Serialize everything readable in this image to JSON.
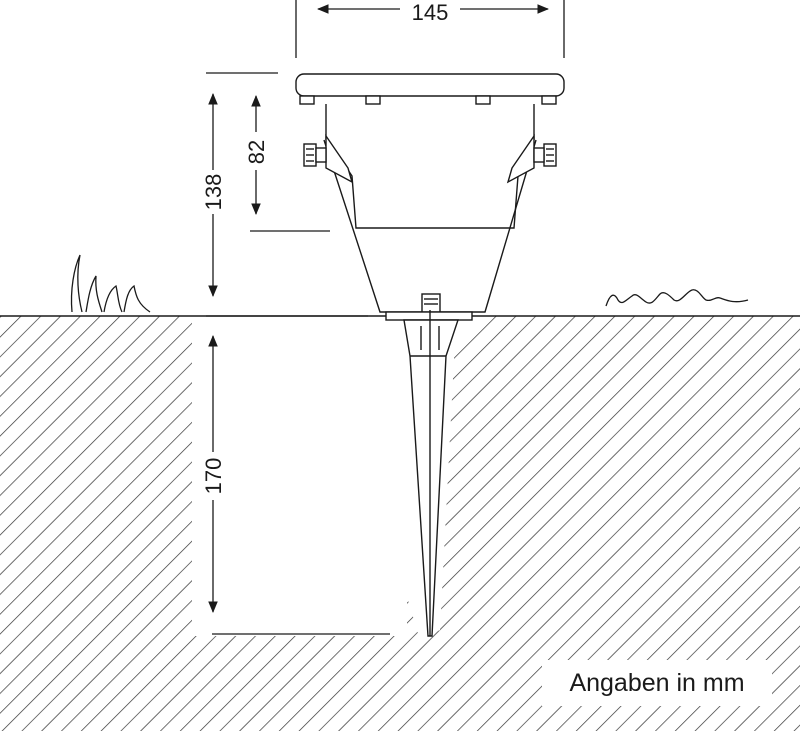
{
  "dimensions": {
    "top_width": "145",
    "total_height": "138",
    "housing_height": "82",
    "spike_length": "170"
  },
  "note": "Angaben in mm",
  "colors": {
    "line": "#1a1a1a",
    "ground_hatch": "#333333",
    "background": "#ffffff"
  }
}
